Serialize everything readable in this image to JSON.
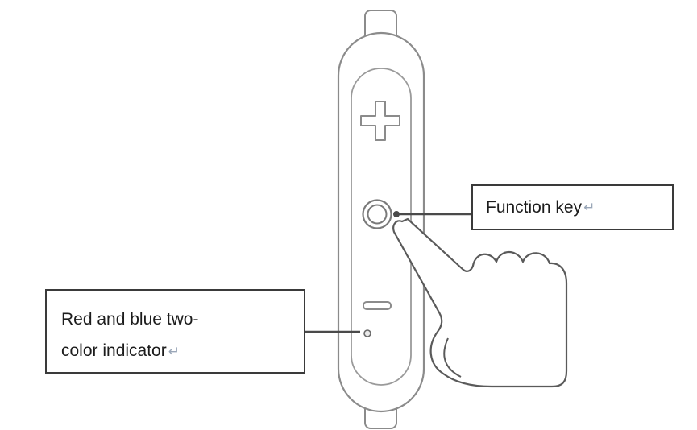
{
  "figure": {
    "callouts": {
      "function_key": {
        "text": "Function key",
        "mark": "↵"
      },
      "indicator": {
        "line1": "Red and blue two-",
        "line2": "color indicator",
        "mark": "↵"
      }
    },
    "device": {
      "plus_icon_symbol": "+",
      "minus_icon_symbol": "−"
    },
    "colors": {
      "device_outline": "#8b8b8b",
      "hand_outline": "#5a5a5a",
      "callout_line": "#4a4a4a",
      "box_border": "#3a3a3a",
      "text": "#1c1c1c",
      "paragraph_mark": "#9aa7b8"
    }
  }
}
